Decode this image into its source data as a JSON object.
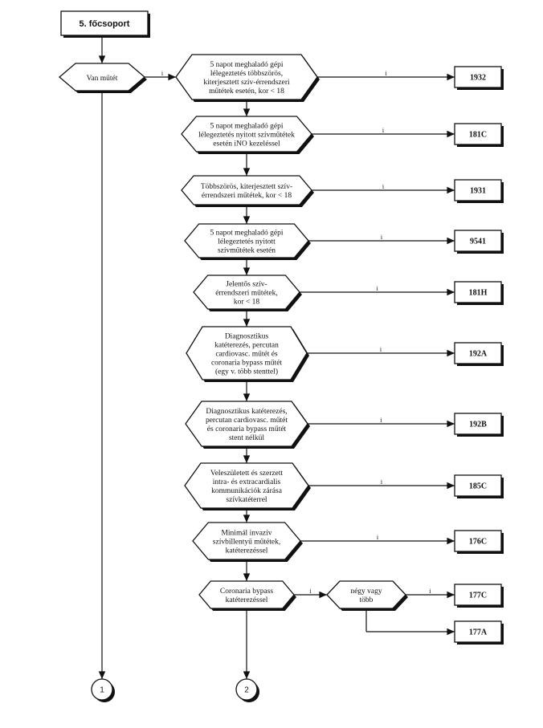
{
  "title": "5. főcsoport",
  "start_decision": "Van műtét",
  "edge_label": "i",
  "steps": [
    {
      "lines": [
        "5 napot meghaladó gépi",
        "lélegeztetés többszörös,",
        "kiterjesztett szív-érrendszeri",
        "műtétek esetén, kor < 18"
      ],
      "code": "1932"
    },
    {
      "lines": [
        "5 napot meghaladó gépi",
        "lélegeztetés nyitott szívműtétek",
        "esetén iNO kezeléssel"
      ],
      "code": "181C"
    },
    {
      "lines": [
        "Többszörös, kiterjesztett szív-",
        "érrendszeri műtétek, kor < 18"
      ],
      "code": "1931"
    },
    {
      "lines": [
        "5 napot meghaladó gépi",
        "lélegeztetés nyitott",
        "szívműtétek esetén"
      ],
      "code": "9541"
    },
    {
      "lines": [
        "Jelentős szív-",
        "érrendszeri műtétek,",
        "kor < 18"
      ],
      "code": "181H"
    },
    {
      "lines": [
        "Diagnosztikus",
        "katéterezés, percutan",
        "cardiovasc. műtét és",
        "coronaria bypass műtét",
        "(egy v. több stenttel)"
      ],
      "code": "192A"
    },
    {
      "lines": [
        "Diagnosztikus katéterezés,",
        "percutan cardiovasc. műtét",
        "és coronaria bypass műtét",
        "stent nélkül"
      ],
      "code": "192B"
    },
    {
      "lines": [
        "Veleszületett és szerzett",
        "intra- és extracardialis",
        "kommunikációk zárása",
        "szívkatéterrel"
      ],
      "code": "185C"
    },
    {
      "lines": [
        "Minimál invazív",
        "szívbillentyű műtétek,",
        "katéterezéssel"
      ],
      "code": "176C"
    },
    {
      "lines": [
        "Coronaria bypass",
        "katéterezéssel"
      ],
      "code": "177C"
    }
  ],
  "sub_decision": {
    "lines": [
      "négy vagy",
      "több"
    ],
    "else_code": "177A"
  },
  "connectors": [
    "1",
    "2"
  ]
}
